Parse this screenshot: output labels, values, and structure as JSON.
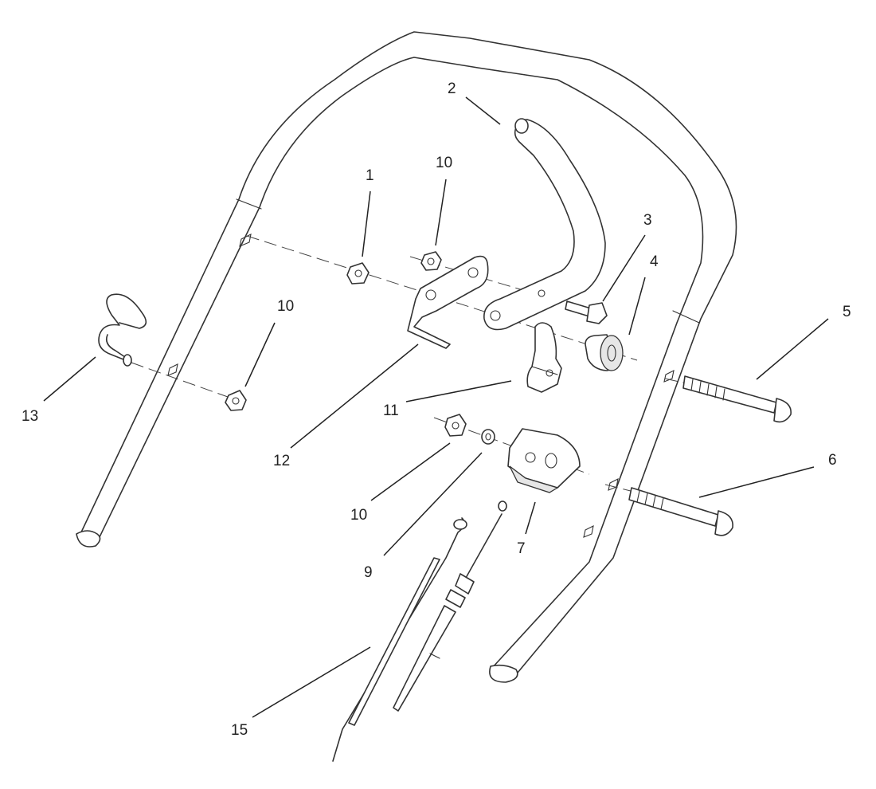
{
  "callouts": [
    {
      "id": "c1",
      "text": "1"
    },
    {
      "id": "c2",
      "text": "2"
    },
    {
      "id": "c3",
      "text": "3"
    },
    {
      "id": "c4",
      "text": "4"
    },
    {
      "id": "c5",
      "text": "5"
    },
    {
      "id": "c6",
      "text": "6"
    },
    {
      "id": "c7",
      "text": "7"
    },
    {
      "id": "c9",
      "text": "9"
    },
    {
      "id": "c10a",
      "text": "10"
    },
    {
      "id": "c10b",
      "text": "10"
    },
    {
      "id": "c10c",
      "text": "10"
    },
    {
      "id": "c11",
      "text": "11"
    },
    {
      "id": "c12",
      "text": "12"
    },
    {
      "id": "c13",
      "text": "13"
    },
    {
      "id": "c15",
      "text": "15"
    }
  ],
  "colors": {
    "line": "#333333",
    "background": "#ffffff"
  }
}
